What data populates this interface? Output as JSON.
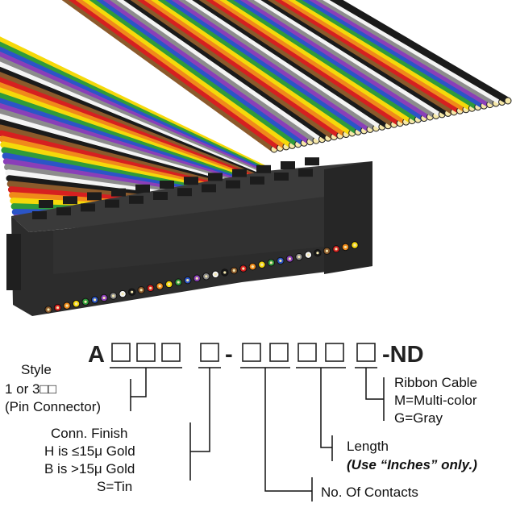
{
  "part_number": {
    "prefix": "A",
    "suffix": "-ND",
    "dash": "-"
  },
  "labels": {
    "style": [
      "Style",
      "1 or 3□□",
      "(Pin Connector)"
    ],
    "conn_finish": [
      "Conn. Finish",
      "H is ≤15μ  Gold",
      "B is >15μ  Gold",
      "S=Tin"
    ],
    "no_of_contacts": "No. Of Contacts",
    "length": [
      "Length",
      "(Use “Inches” only.)"
    ],
    "ribbon_cable": [
      "Ribbon Cable",
      "M=Multi-color",
      "G=Gray"
    ]
  },
  "colors": {
    "connector": "#2c2c2c",
    "wire_palette": [
      "#8b5a2b",
      "#d62020",
      "#f08a1a",
      "#f5d90a",
      "#2f9b3b",
      "#2b55c7",
      "#8a3fb8",
      "#8c8c8c",
      "#f4f4f4",
      "#1a1a1a"
    ]
  }
}
